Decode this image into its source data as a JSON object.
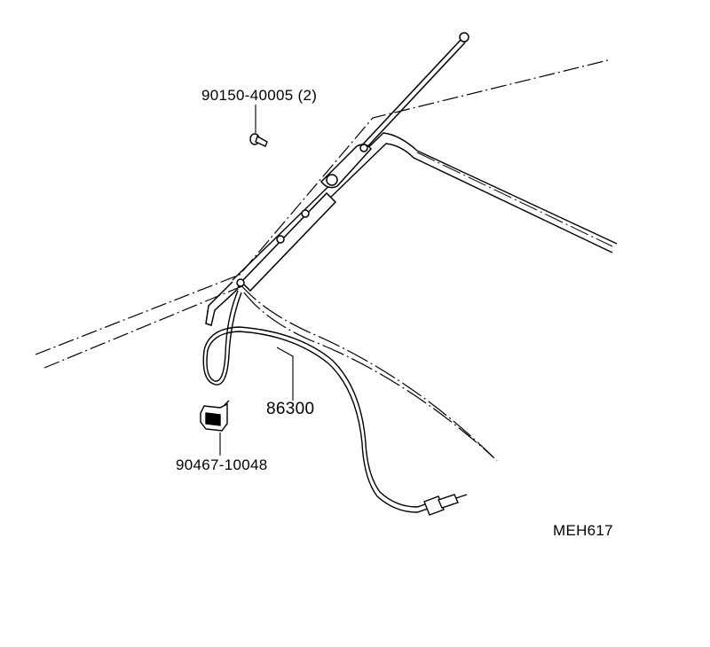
{
  "parts": [
    {
      "id": "screw",
      "number": "90150-40005",
      "qty": "(2)"
    },
    {
      "id": "antenna-cord",
      "number": "86300"
    },
    {
      "id": "clamp",
      "number": "90467-10048"
    }
  ],
  "diagram_code": "MEH617",
  "colors": {
    "ink": "#000000",
    "paper": "#ffffff"
  }
}
